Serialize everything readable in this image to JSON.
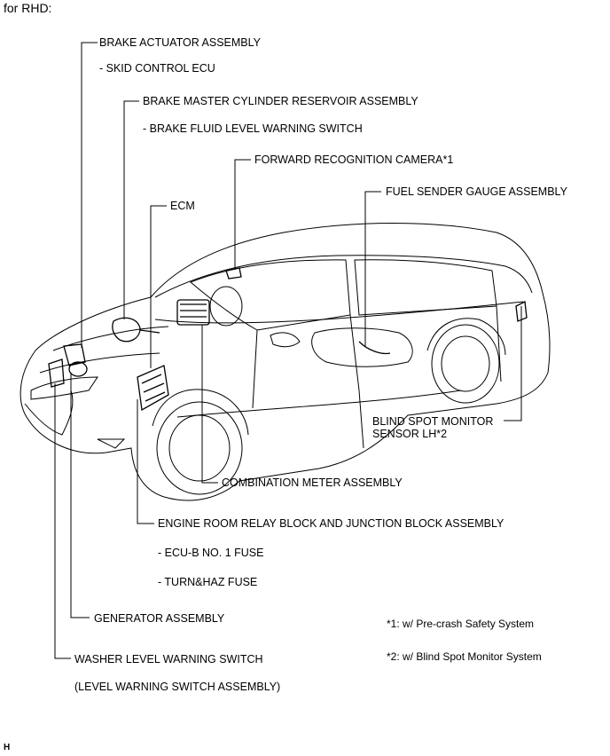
{
  "header": {
    "variant": "for RHD:"
  },
  "labels": {
    "brake_actuator": "BRAKE ACTUATOR ASSEMBLY",
    "skid_control": "- SKID CONTROL ECU",
    "brake_master": "BRAKE MASTER CYLINDER RESERVOIR ASSEMBLY",
    "brake_fluid": "- BRAKE FLUID LEVEL WARNING SWITCH",
    "forward_camera": "FORWARD RECOGNITION CAMERA*1",
    "fuel_sender": "FUEL SENDER GAUGE ASSEMBLY",
    "ecm": "ECM",
    "blind_spot_1": "BLIND SPOT MONITOR",
    "blind_spot_2": "SENSOR LH*2",
    "combination_meter": "COMBINATION METER ASSEMBLY",
    "engine_room": "ENGINE ROOM RELAY BLOCK AND JUNCTION BLOCK ASSEMBLY",
    "ecu_b": "- ECU-B NO. 1 FUSE",
    "turn_haz": "- TURN&HAZ FUSE",
    "generator": "GENERATOR ASSEMBLY",
    "washer": "WASHER LEVEL WARNING SWITCH",
    "level_switch": "(LEVEL WARNING SWITCH ASSEMBLY)"
  },
  "notes": {
    "note1": "*1: w/ Pre-crash Safety System",
    "note2": "*2: w/ Blind Spot Monitor System"
  },
  "footer": {
    "mark": "H"
  }
}
